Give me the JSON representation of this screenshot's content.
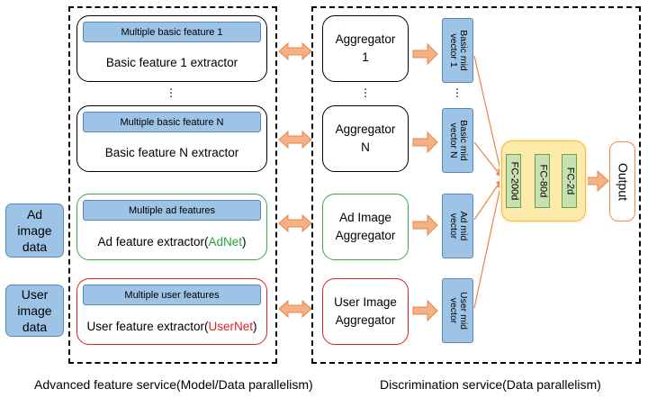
{
  "left_inputs": {
    "ad": "Ad image data",
    "user": "User image data"
  },
  "extractors": {
    "basic1": {
      "bar": "Multiple basic feature 1",
      "label": "Basic feature 1 extractor"
    },
    "basicN": {
      "bar": "Multiple basic feature N",
      "label": "Basic feature N extractor"
    },
    "ad": {
      "bar": "Multiple ad features",
      "label_prefix": "Ad feature extractor(",
      "label_accent": "AdNet",
      "label_suffix": ")"
    },
    "user": {
      "bar": "Multiple user features",
      "label_prefix": "User feature extractor(",
      "label_accent": "UserNet",
      "label_suffix": ")"
    }
  },
  "aggregators": {
    "a1": "Aggregator 1",
    "aN": "Aggregator N",
    "ad": "Ad Image Aggregator",
    "user": "User Image Aggregator"
  },
  "vectors": {
    "v1": "Basic mid vector 1",
    "vN": "Basic mid vector N",
    "ad": "Ad mid vector",
    "user": "User mid vector"
  },
  "fc_layers": [
    "FC-200d",
    "FC-80d",
    "FC-2d"
  ],
  "output": "Output",
  "ellipsis": "⋮",
  "captions": {
    "left": "Advanced feature service(Model/Data parallelism)",
    "right": "Discrimination service(Data parallelism)"
  },
  "colors": {
    "arrow_fill": "#f4b183",
    "arrow_stroke": "#e8844a",
    "blue": "#9dc3e6",
    "green_border": "#3aa84b",
    "red_border": "#e0202a",
    "fc_green": "#c7e2b0",
    "fc_container": "#fde9a8"
  }
}
